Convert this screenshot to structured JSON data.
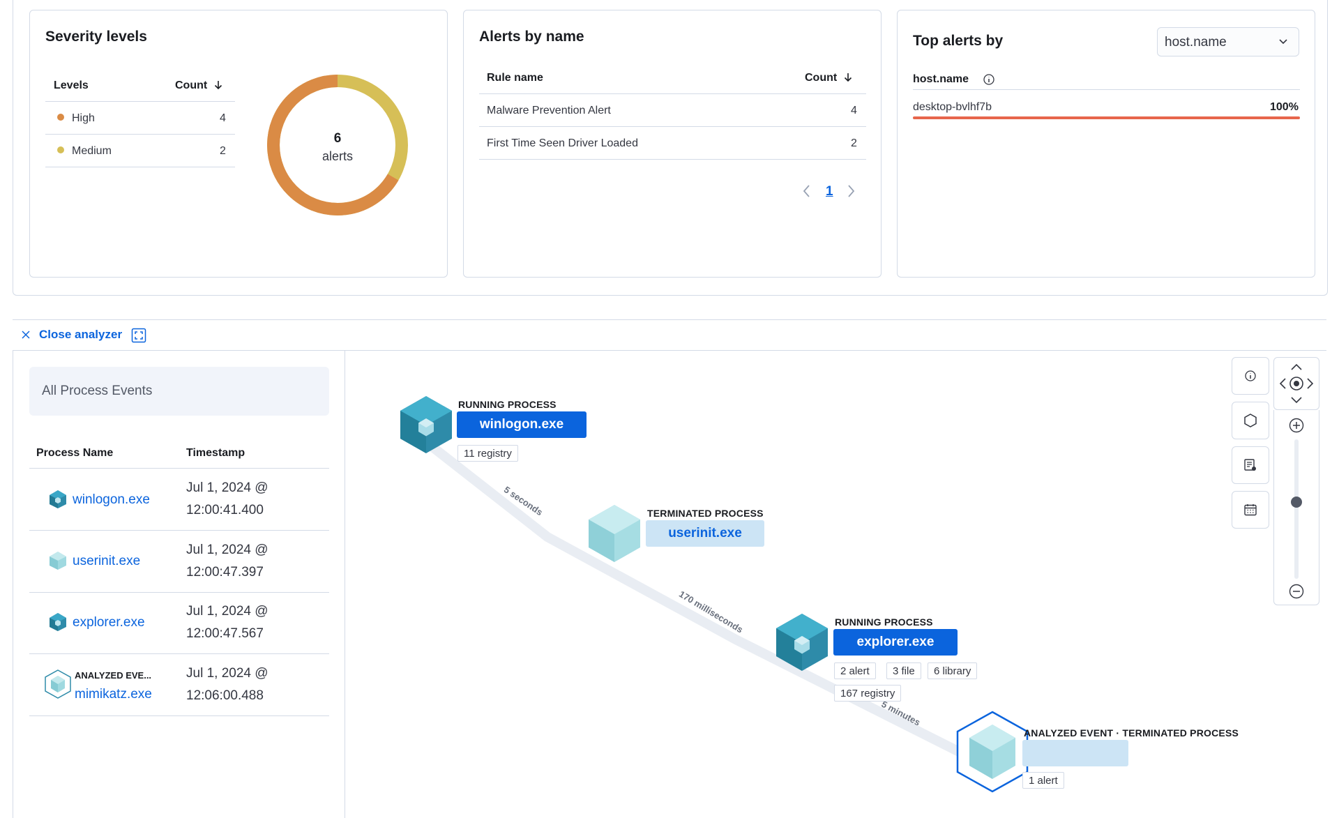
{
  "severity": {
    "title": "Severity levels",
    "col_levels": "Levels",
    "col_count": "Count",
    "rows": [
      {
        "level": "High",
        "count": "4",
        "color": "#da8b45"
      },
      {
        "level": "Medium",
        "count": "2",
        "color": "#d6bf57"
      }
    ],
    "donut": {
      "total": "6",
      "unit": "alerts",
      "high_fraction": 0.6667
    }
  },
  "alerts_by_name": {
    "title": "Alerts by name",
    "col_rule": "Rule name",
    "col_count": "Count",
    "rows": [
      {
        "name": "Malware Prevention Alert",
        "count": "4"
      },
      {
        "name": "First Time Seen Driver Loaded",
        "count": "2"
      }
    ],
    "page": "1"
  },
  "top_alerts": {
    "title": "Top alerts by",
    "select_value": "host.name",
    "col_header": "host.name",
    "rows": [
      {
        "name": "desktop-bvlhf7b",
        "pct": "100%",
        "fraction": 1.0
      }
    ]
  },
  "analyzer": {
    "close_label": "Close analyzer",
    "panel_title": "All Process Events",
    "col_process": "Process Name",
    "col_timestamp": "Timestamp",
    "rows": [
      {
        "label": "",
        "name": "winlogon.exe",
        "ts_date": "Jul 1, 2024 @",
        "ts_time": "12:00:41.400"
      },
      {
        "label": "",
        "name": "userinit.exe",
        "ts_date": "Jul 1, 2024 @",
        "ts_time": "12:00:47.397"
      },
      {
        "label": "",
        "name": "explorer.exe",
        "ts_date": "Jul 1, 2024 @",
        "ts_time": "12:00:47.567"
      },
      {
        "label": "ANALYZED EVE...",
        "name": "mimikatz.exe",
        "ts_date": "Jul 1, 2024 @",
        "ts_time": "12:06:00.488"
      }
    ],
    "graph": {
      "nodes": [
        {
          "state": "RUNNING PROCESS",
          "name": "winlogon.exe",
          "pills": [
            "11 registry"
          ]
        },
        {
          "state": "TERMINATED PROCESS",
          "name": "userinit.exe",
          "pills": []
        },
        {
          "state": "RUNNING PROCESS",
          "name": "explorer.exe",
          "pills": [
            "2 alert",
            "3 file",
            "6 library",
            "167 registry"
          ]
        },
        {
          "state": "ANALYZED EVENT · TERMINATED PROCESS",
          "name": "",
          "pills": [
            "1 alert"
          ]
        }
      ],
      "edges": [
        "5 seconds",
        "170 milliseconds",
        "5 minutes"
      ]
    },
    "zoom_level": 0.55,
    "colors": {
      "running": "#0b64dd",
      "terminated": "#cce4f5",
      "link": "#0b64dd"
    }
  }
}
